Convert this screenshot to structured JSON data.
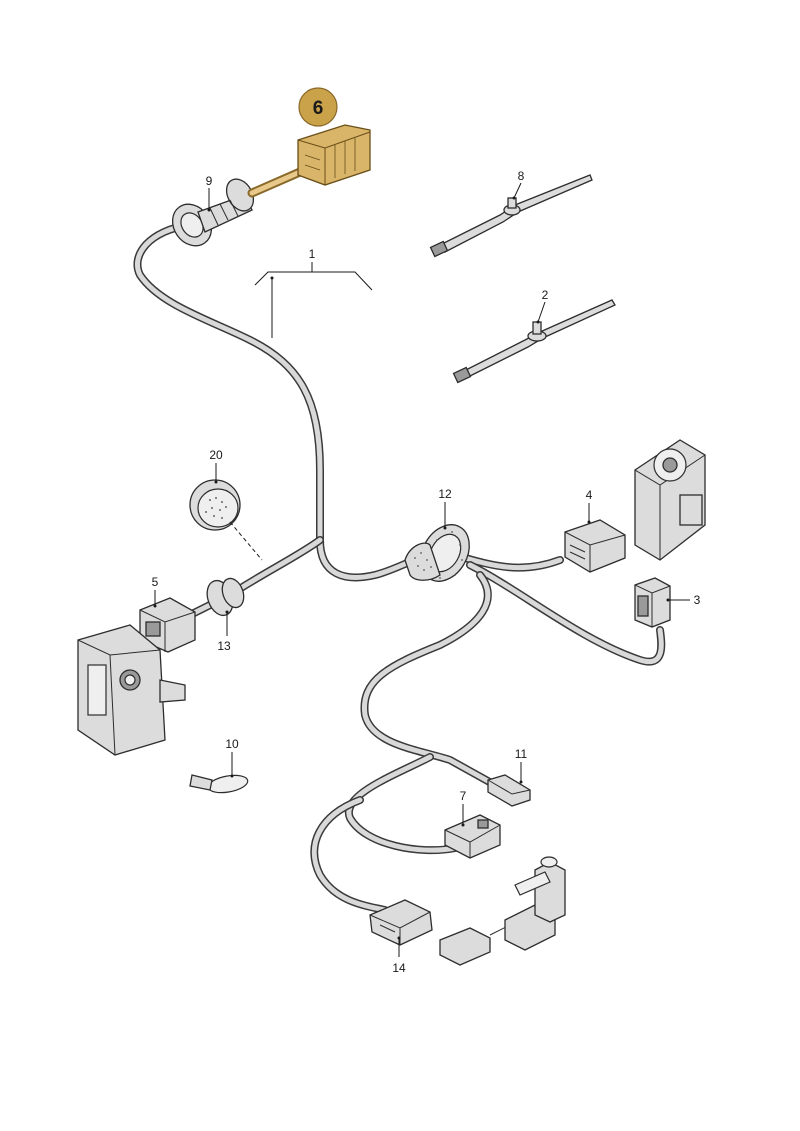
{
  "highlight": {
    "label": "6",
    "fill_color": "#c9a24a",
    "part_color": "#d9b56a"
  },
  "callouts": [
    {
      "id": "1",
      "label": "1"
    },
    {
      "id": "2",
      "label": "2"
    },
    {
      "id": "3",
      "label": "3"
    },
    {
      "id": "4",
      "label": "4"
    },
    {
      "id": "5",
      "label": "5"
    },
    {
      "id": "7",
      "label": "7"
    },
    {
      "id": "8",
      "label": "8"
    },
    {
      "id": "9",
      "label": "9"
    },
    {
      "id": "10",
      "label": "10"
    },
    {
      "id": "11",
      "label": "11"
    },
    {
      "id": "12",
      "label": "12"
    },
    {
      "id": "13",
      "label": "13"
    },
    {
      "id": "14",
      "label": "14"
    },
    {
      "id": "20",
      "label": "20"
    }
  ]
}
